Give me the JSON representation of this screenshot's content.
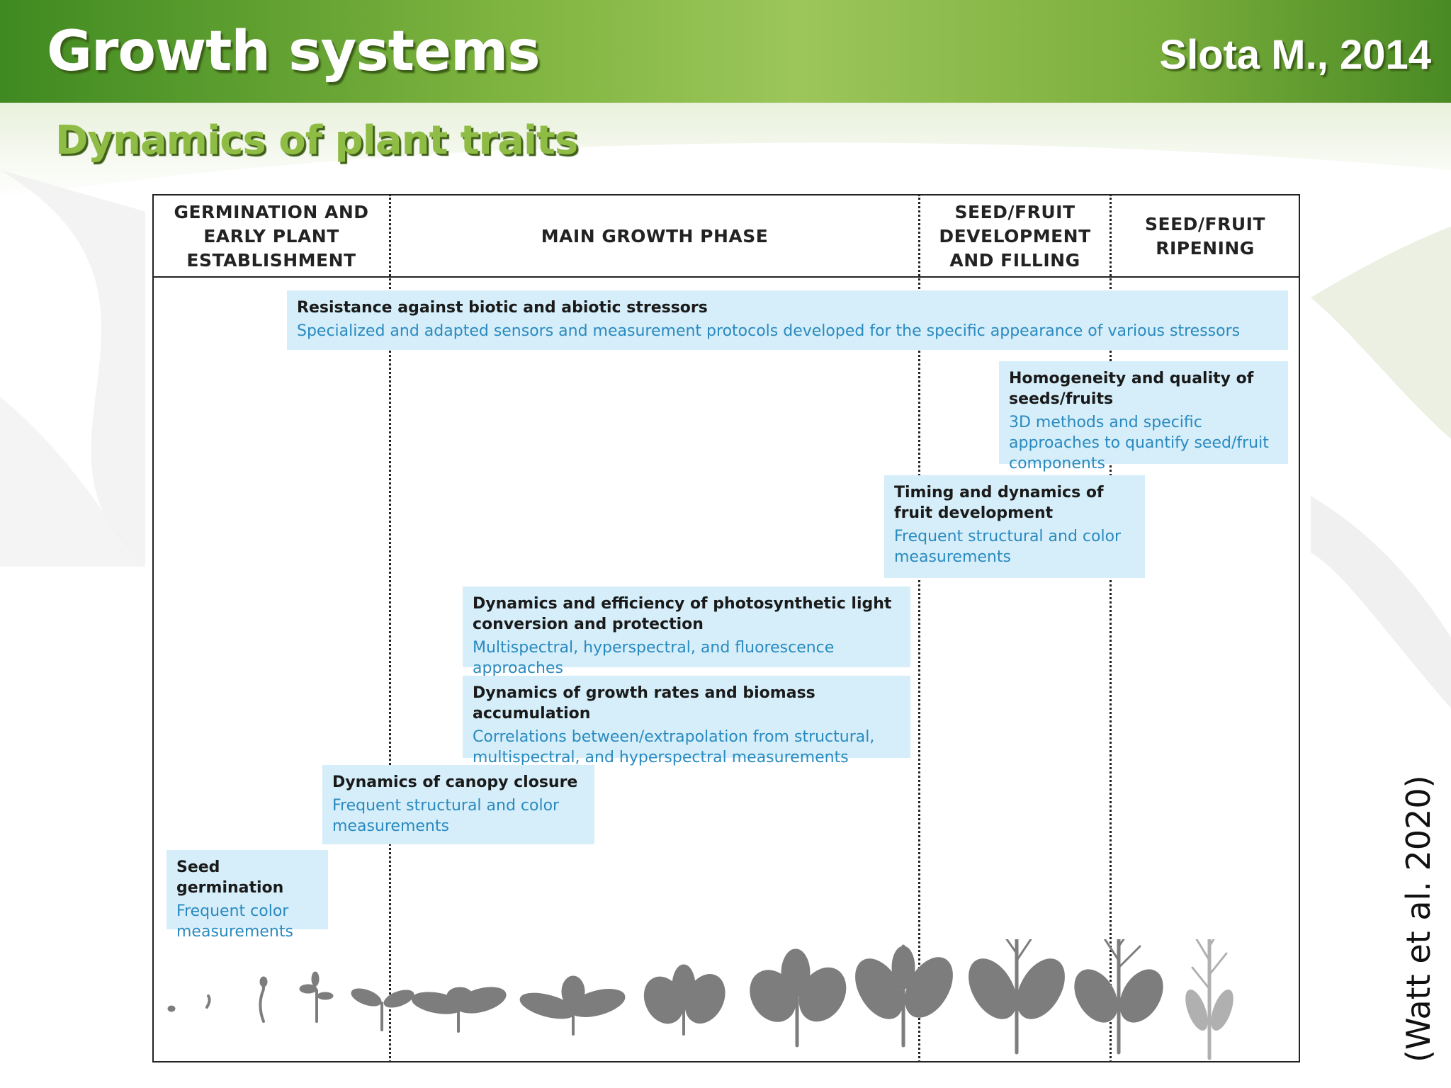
{
  "slide": {
    "title": "Growth systems",
    "author": "Slota M., 2014",
    "subtitle": "Dynamics of plant traits",
    "citation": "(Watt et al. 2020)"
  },
  "phases": [
    "GERMINATION AND EARLY PLANT ESTABLISHMENT",
    "MAIN GROWTH PHASE",
    "SEED/FRUIT DEVELOPMENT AND FILLING",
    "SEED/FRUIT RIPENING"
  ],
  "traits": [
    {
      "title": "Resistance against biotic and abiotic stressors",
      "desc": "Specialized and adapted sensors and measurement protocols developed for the specific appearance of various stressors"
    },
    {
      "title": "Homogeneity and quality of seeds/fruits",
      "desc": "3D methods and specific approaches to quantify seed/fruit components"
    },
    {
      "title": "Timing and dynamics of fruit development",
      "desc": "Frequent structural and color measurements"
    },
    {
      "title": "Dynamics and efficiency of photosynthetic light conversion and protection",
      "desc": "Multispectral, hyperspectral, and fluorescence approaches"
    },
    {
      "title": "Dynamics of growth rates and biomass accumulation",
      "desc": "Correlations between/extrapolation from structural, multispectral, and hyperspectral measurements"
    },
    {
      "title": "Dynamics of canopy closure",
      "desc": "Frequent structural and color measurements"
    },
    {
      "title": "Seed germination",
      "desc": "Frequent color measurements"
    }
  ],
  "colors": {
    "header_green": "#5d9c2c",
    "subtitle_green": "#8fbc45",
    "box_fill": "#d5eef9",
    "box_desc_text": "#2a8ac0",
    "plant_gray": "#7d7d7d"
  },
  "icons": [
    "plant-stage-silhouettes"
  ]
}
